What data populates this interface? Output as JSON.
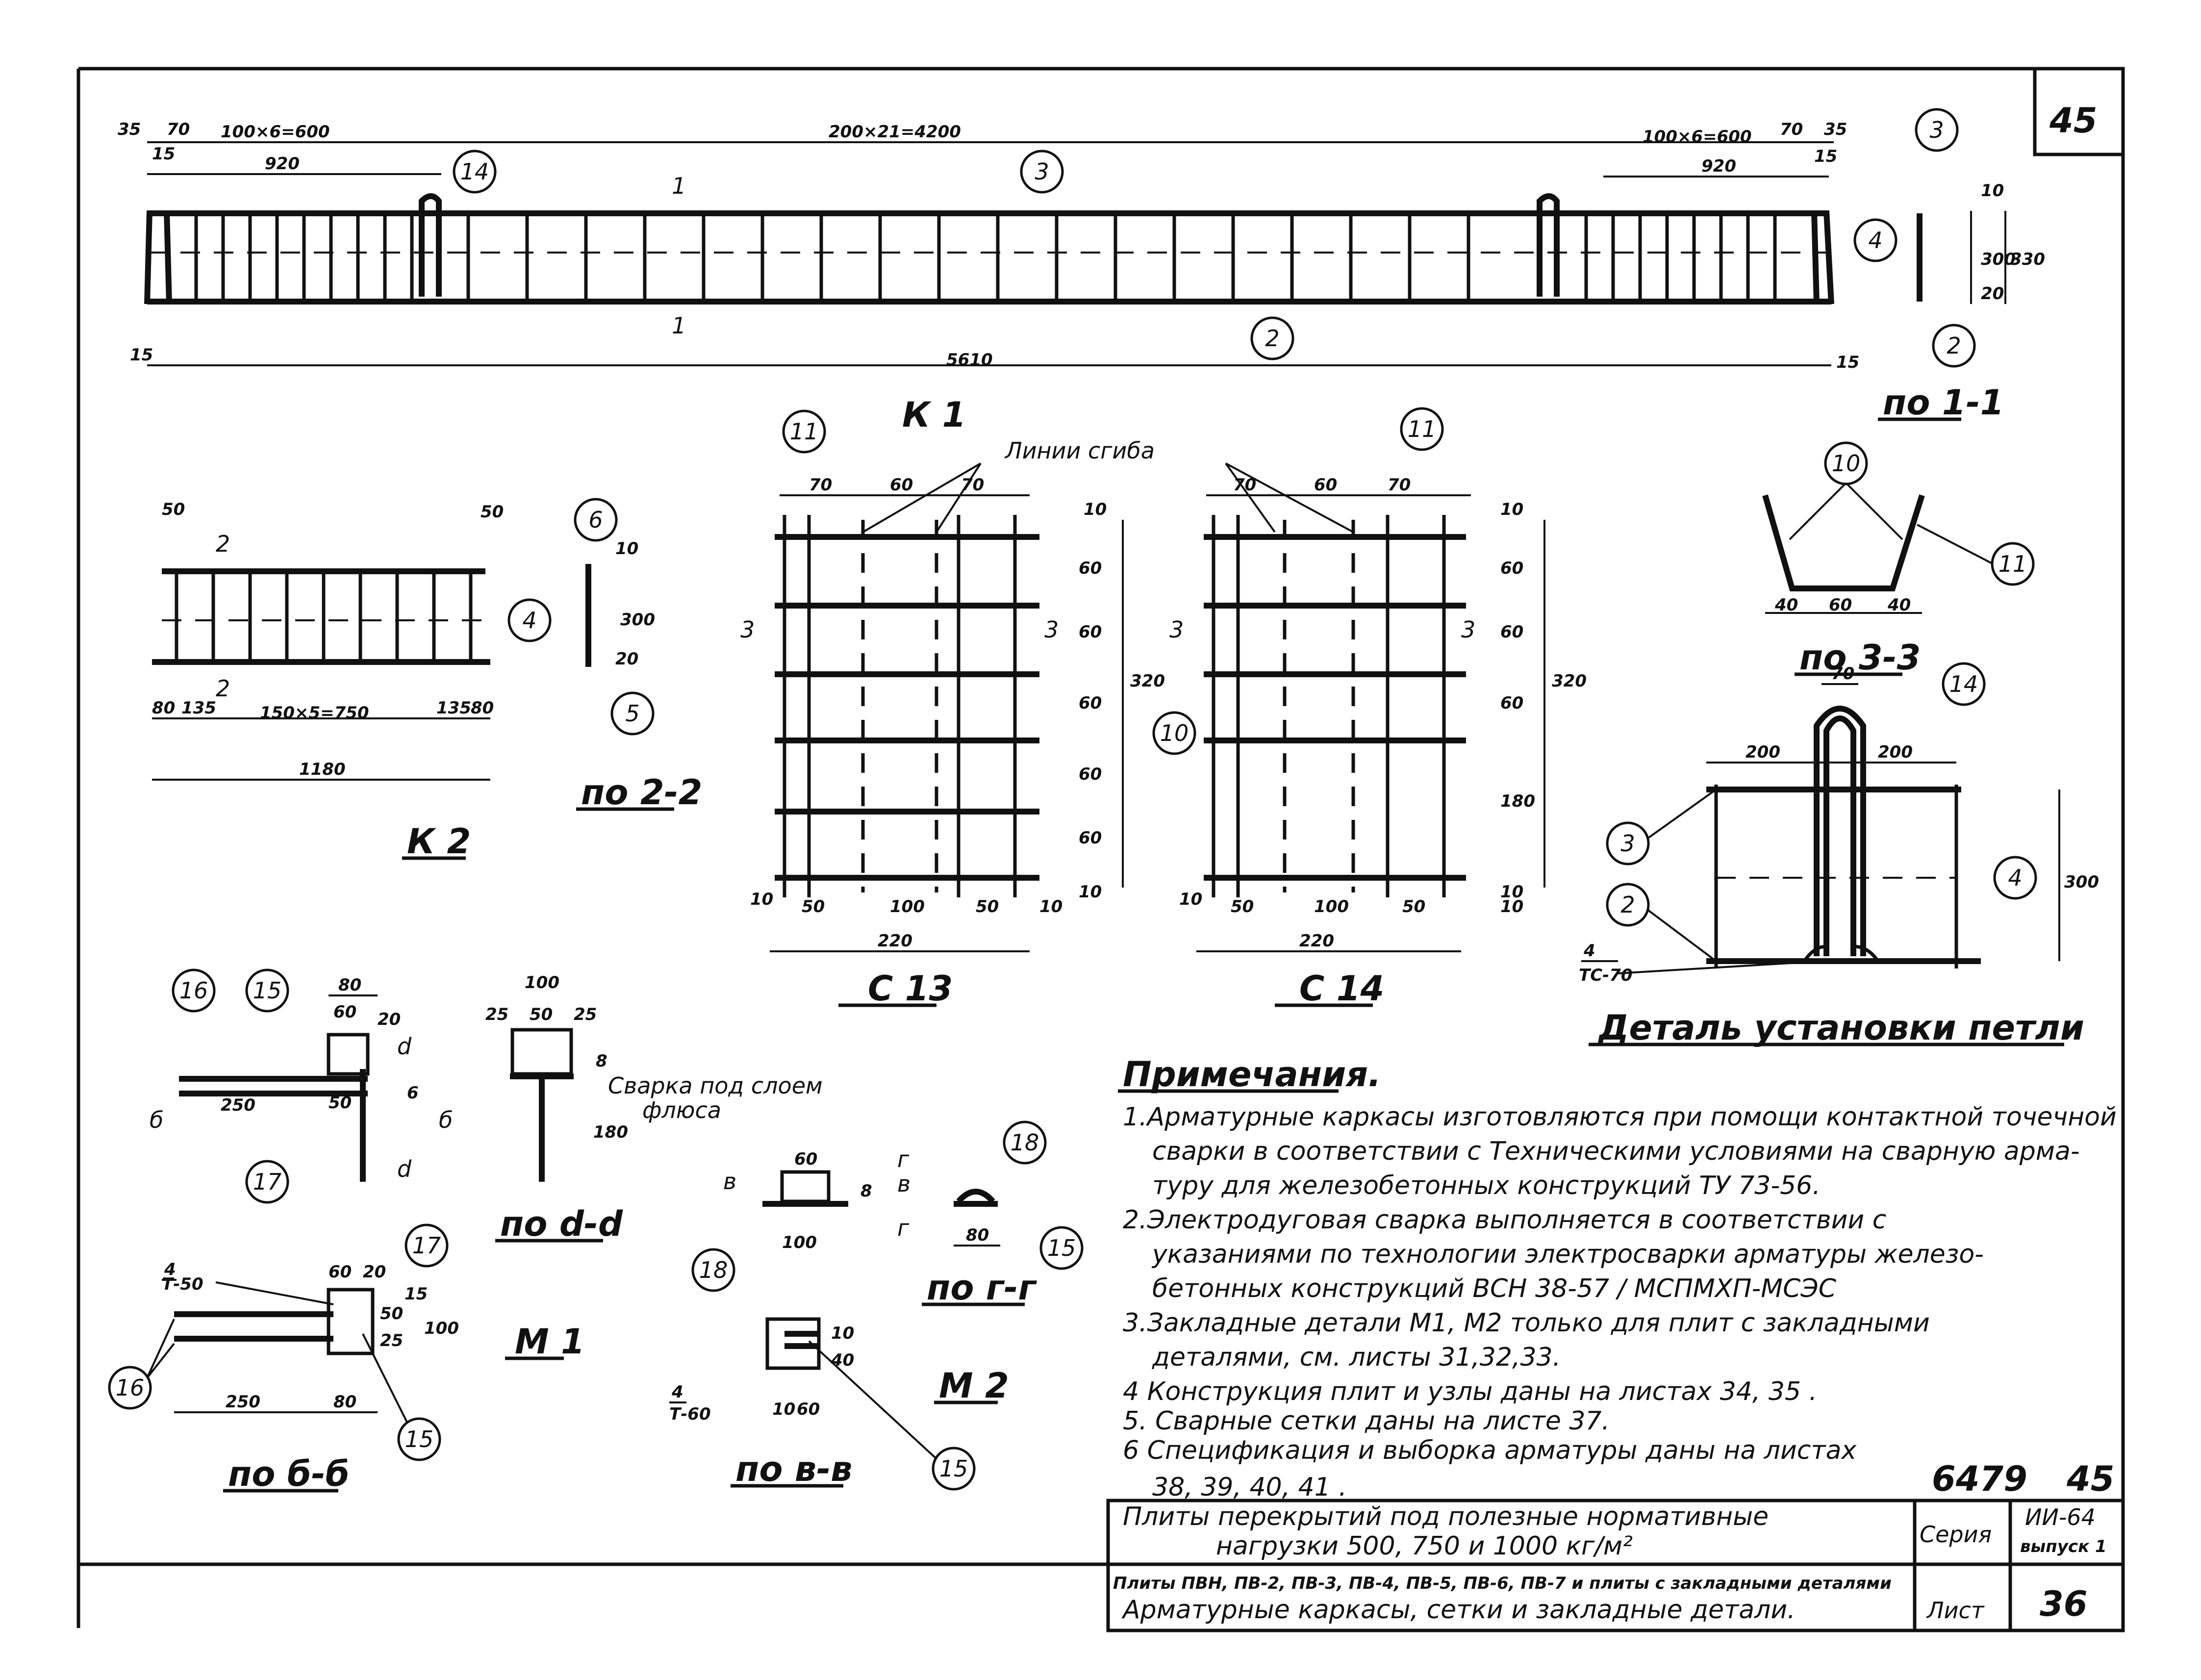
{
  "sheet_number": "45",
  "k1": {
    "title": "К 1",
    "dim_left_end": "35",
    "dim_left_70": "70",
    "dim_left_15": "15",
    "dim_left_pitch": "100×6=600",
    "dim_center_pitch": "200×21=4200",
    "dim_right_pitch": "100×6=600",
    "dim_right_70": "70",
    "dim_right_end": "35",
    "dim_right_15": "15",
    "dim_920_left": "920",
    "dim_920_right": "920",
    "dim_total": "5610",
    "dim_bottom_15_left": "15",
    "dim_bottom_15_right": "15",
    "section_mark": "1",
    "section_mark_bottom": "1",
    "callouts": [
      "14",
      "3",
      "2"
    ]
  },
  "section_1_1": {
    "title": "по 1-1",
    "dim_10": "10",
    "dim_300": "300",
    "dim_20": "20",
    "dim_330": "330",
    "callouts": [
      "3",
      "4",
      "2"
    ]
  },
  "k2": {
    "title": "К 2",
    "dim_50_left": "50",
    "dim_50_right": "50",
    "dim_80_left": "80",
    "dim_135_left": "135",
    "dim_pitch": "150×5=750",
    "dim_135_right": "135",
    "dim_80_right": "80",
    "dim_total": "1180",
    "section_mark": "2",
    "section_mark_bottom": "2",
    "callout": "4"
  },
  "section_2_2": {
    "title": "по 2-2",
    "dim_10": "10",
    "dim_300": "300",
    "dim_20": "20",
    "callouts": [
      "6",
      "5"
    ]
  },
  "c13": {
    "title": "С 13",
    "callout": "11",
    "dim_70a": "70",
    "dim_60": "60",
    "dim_70b": "70",
    "dim_10_top": "10",
    "dim_v60a": "60",
    "dim_v60b": "60",
    "dim_v60c": "60",
    "dim_v60d": "60",
    "dim_v60e": "60",
    "dim_v10": "10",
    "dim_320": "320",
    "dim_10_left": "10",
    "dim_50a": "50",
    "dim_100": "100",
    "dim_50b": "50",
    "dim_10_right": "10",
    "dim_220": "220",
    "section_mark_left": "3",
    "section_mark_right": "3"
  },
  "c14": {
    "title": "С 14",
    "callout": "11",
    "dim_70a": "70",
    "dim_60": "60",
    "dim_70b": "70",
    "dim_10_top": "10",
    "dim_v60a": "60",
    "dim_v60b": "60",
    "dim_v60c": "60",
    "dim_v180": "180",
    "dim_v10": "10",
    "dim_320": "320",
    "dim_10_left": "10",
    "dim_50a": "50",
    "dim_100": "100",
    "dim_50b": "50",
    "dim_10_right": "10",
    "dim_220": "220",
    "section_mark_left": "3",
    "section_mark_right": "3"
  },
  "bend_lines_label": "Линии сгиба",
  "mesh_callout": "10",
  "section_3_3": {
    "title": "по 3-3",
    "dim_40a": "40",
    "dim_60": "60",
    "dim_40b": "40",
    "callouts": [
      "10",
      "11"
    ]
  },
  "loop_detail": {
    "title": "Деталь установки петли",
    "dim_70": "70",
    "dim_200a": "200",
    "dim_200b": "200",
    "dim_300": "300",
    "weld_num": "4",
    "weld_text": "ТС-70",
    "callouts": [
      "14",
      "3",
      "4",
      "2"
    ]
  },
  "m1": {
    "title": "М 1",
    "dim_80": "80",
    "dim_60": "60",
    "dim_20": "20",
    "dim_d": "d",
    "dim_d_bottom": "d",
    "dim_6": "6",
    "dim_250": "250",
    "dim_50": "50",
    "section_b_left": "б",
    "section_b_right": "б",
    "callouts": [
      "16",
      "15",
      "17"
    ]
  },
  "section_d_d": {
    "title": "по d-d",
    "dim_100": "100",
    "dim_25a": "25",
    "dim_50": "50",
    "dim_25b": "25",
    "dim_8": "8",
    "dim_180": "180"
  },
  "weld_note": [
    "Сварка под слоем",
    "флюса"
  ],
  "section_b_b": {
    "title": "по б-б",
    "weld_num": "4",
    "weld_text": "Т-50",
    "dim_60": "60",
    "dim_20": "20",
    "dim_50": "50",
    "dim_25": "25",
    "dim_15": "15",
    "dim_100": "100",
    "dim_250": "250",
    "dim_80": "80",
    "callouts": [
      "17",
      "16",
      "15"
    ]
  },
  "m2": {
    "title": "М 2",
    "dim_60": "60",
    "dim_8": "8",
    "dim_100": "100",
    "section_v_left": "в",
    "section_g_right": "г",
    "section_v_right": "в",
    "section_g_right2": "г",
    "callout": "18"
  },
  "section_g_g": {
    "title": "по г-г",
    "dim_80": "80",
    "callouts": [
      "18",
      "15"
    ]
  },
  "section_v_v": {
    "title": "по в-в",
    "weld_num": "4",
    "weld_text": "Т-60",
    "dim_10": "10",
    "dim_60": "60",
    "dim_v10": "10",
    "dim_v40": "40",
    "callouts": [
      "18",
      "15"
    ]
  },
  "notes": {
    "heading": "Примечания.",
    "lines": [
      "1.Арматурные каркасы изготовляются при помощи контактной точечной",
      "сварки в соответствии с Техническими условиями на сварную арма-",
      "туру для железобетонных конструкций  ТУ 73-56.",
      "2.Электродуговая сварка выполняется в соответствии с",
      "указаниями по технологии электросварки арматуры железо-",
      "бетонных конструкций     ВСН 38-57 / МСПМХП-МСЭС",
      "3.Закладные детали М1, М2 только для плит с закладными",
      "деталями, см. листы 31,32,33.",
      "4 Конструкция плит и узлы даны на листах 34, 35 .",
      "5. Сварные сетки даны на листе 37.",
      "6 Спецификация и выборка арматуры даны на листах",
      "38, 39, 40, 41 ."
    ]
  },
  "title_block": {
    "code": "6479",
    "code_sheet": "45",
    "title_line1": "Плиты перекрытий под полезные нормативные",
    "title_line2": "нагрузки 500, 750 и 1000 кг/м²",
    "series_label": "Серия",
    "series_value": "ИИ-64",
    "issue": "выпуск 1",
    "subtitle_line1": "Плиты ПВН, ПВ-2, ПВ-3, ПВ-4, ПВ-5, ПВ-6, ПВ-7 и плиты с закладными деталями",
    "subtitle_line2": "Арматурные каркасы, сетки и закладные детали.",
    "sheet_label": "Лист",
    "sheet_value": "36"
  }
}
